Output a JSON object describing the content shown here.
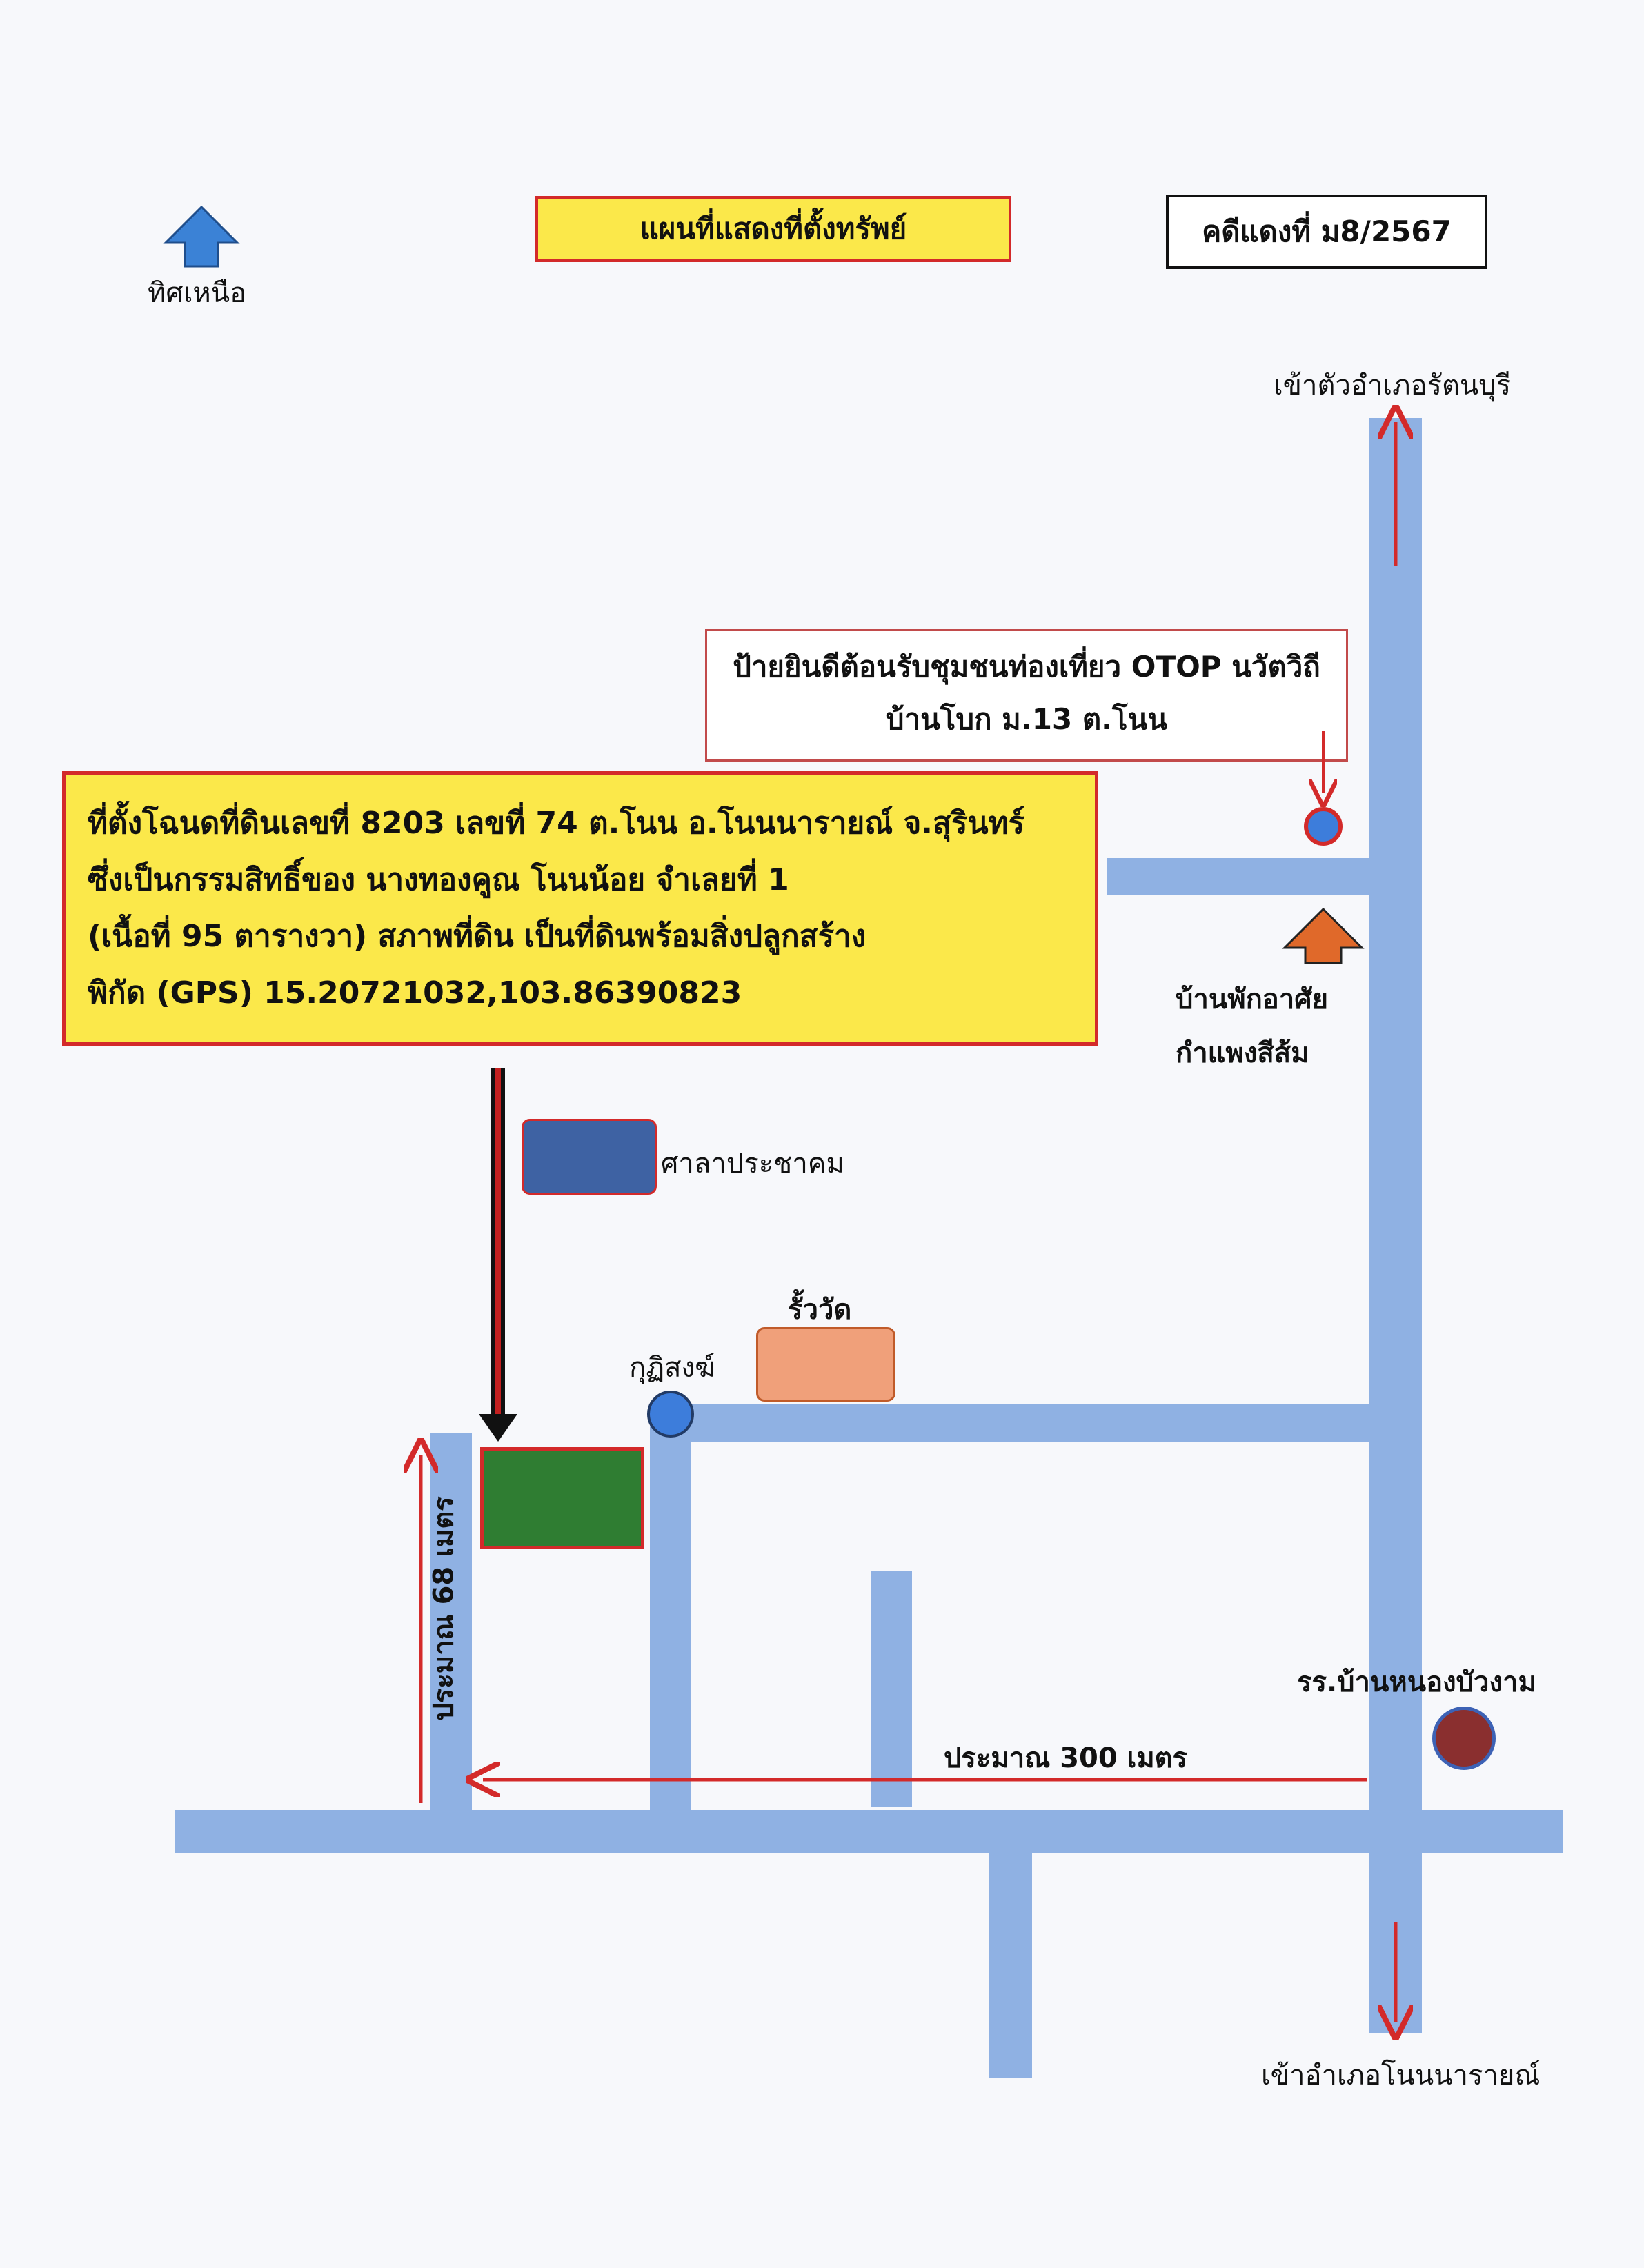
{
  "map": {
    "title": "แผนที่แสดงที่ตั้งทรัพย์",
    "case_number": "คดีแดงที่ ม8/2567",
    "north_label": "ทิศเหนือ",
    "property_info": {
      "lines": [
        "ที่ตั้งโฉนดที่ดินเลขที่ 8203 เลขที่ 74 ต.โนน อ.โนนนารายณ์ จ.สุรินทร์",
        "ซึ่งเป็นกรรมสิทธิ์ของ นางทองคูณ โนนน้อย จำเลยที่ 1",
        "(เนื้อที่ 95 ตารางวา) สภาพที่ดิน เป็นที่ดินพร้อมสิ่งปลูกสร้าง",
        "พิกัด (GPS) 15.20721032,103.86390823"
      ]
    },
    "sign_box": {
      "lines": [
        "ป้ายยินดีต้อนรับชุมชนท่องเที่ยว OTOP นวัตวิถี",
        "บ้านโบก ม.13 ต.โนน"
      ]
    },
    "landmarks": {
      "to_rattanaburi": "เข้าตัวอำเภอรัตนบุรี",
      "to_nonnarai": "เข้าอำเภอโนนนารายณ์",
      "house_line1": "บ้านพักอาศัย",
      "house_line2": "กำแพงสีส้ม",
      "community_hall": "ศาลาประชาคม",
      "temple_fence": "รั้ววัด",
      "monk_hut": "กุฏิสงฆ์",
      "school": "รร.บ้านหนองบัวงาม"
    },
    "distances": {
      "horizontal": "ประมาณ 300 เมตร",
      "vertical": "ประมาณ 68 เมตร"
    },
    "colors": {
      "road": "#8fb1e3",
      "yellow": "#fbe84a",
      "red": "#d32a2a",
      "property": "#2f7d32",
      "hall": "#3e62a3",
      "temple": "#f0a07a",
      "house_arrow": "#e0692a",
      "north_arrow": "#3b82d6"
    }
  }
}
